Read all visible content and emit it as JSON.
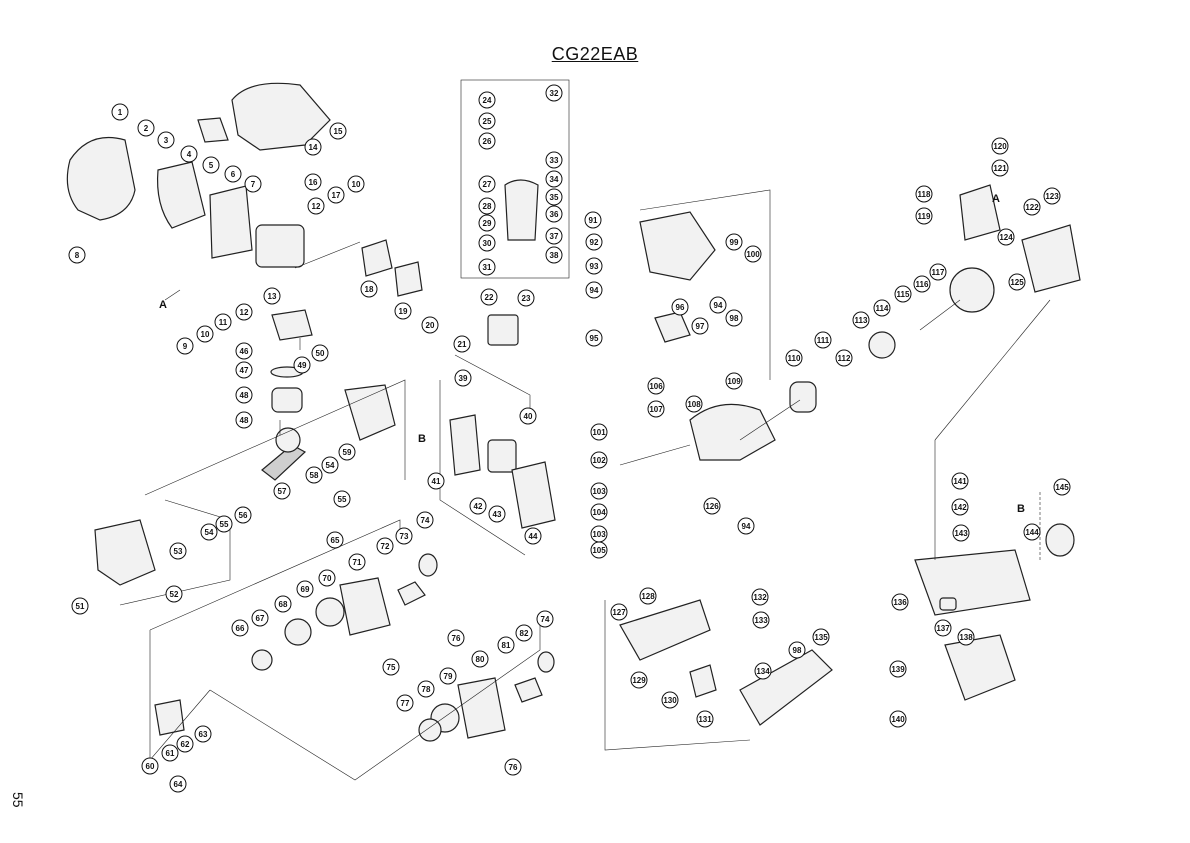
{
  "title": "CG22EAB",
  "page_number": "55",
  "reference_markers": [
    "A",
    "B",
    "A",
    "B"
  ],
  "callouts": [
    "1",
    "2",
    "3",
    "4",
    "5",
    "6",
    "7",
    "8",
    "9",
    "10",
    "11",
    "12",
    "13",
    "14",
    "15",
    "16",
    "17",
    "10",
    "12",
    "18",
    "19",
    "20",
    "21",
    "22",
    "23",
    "24",
    "25",
    "26",
    "27",
    "28",
    "29",
    "30",
    "31",
    "32",
    "33",
    "34",
    "35",
    "36",
    "37",
    "38",
    "39",
    "40",
    "41",
    "42",
    "43",
    "44",
    "46",
    "47",
    "48",
    "49",
    "50",
    "48",
    "51",
    "52",
    "53",
    "54",
    "55",
    "56",
    "57",
    "58",
    "54",
    "55",
    "59",
    "65",
    "66",
    "67",
    "68",
    "69",
    "70",
    "71",
    "72",
    "73",
    "74",
    "75",
    "60",
    "61",
    "62",
    "63",
    "64",
    "76",
    "77",
    "78",
    "79",
    "80",
    "81",
    "82",
    "74",
    "76",
    "91",
    "92",
    "93",
    "94",
    "95",
    "96",
    "97",
    "98",
    "99",
    "100",
    "94",
    "101",
    "102",
    "103",
    "103",
    "104",
    "105",
    "106",
    "107",
    "108",
    "109",
    "126",
    "94",
    "110",
    "111",
    "112",
    "113",
    "114",
    "115",
    "116",
    "117",
    "118",
    "119",
    "120",
    "121",
    "122",
    "123",
    "124",
    "125",
    "127",
    "128",
    "129",
    "130",
    "131",
    "132",
    "133",
    "134",
    "98",
    "135",
    "136",
    "137",
    "138",
    "139",
    "140",
    "141",
    "142",
    "143",
    "144",
    "145"
  ]
}
